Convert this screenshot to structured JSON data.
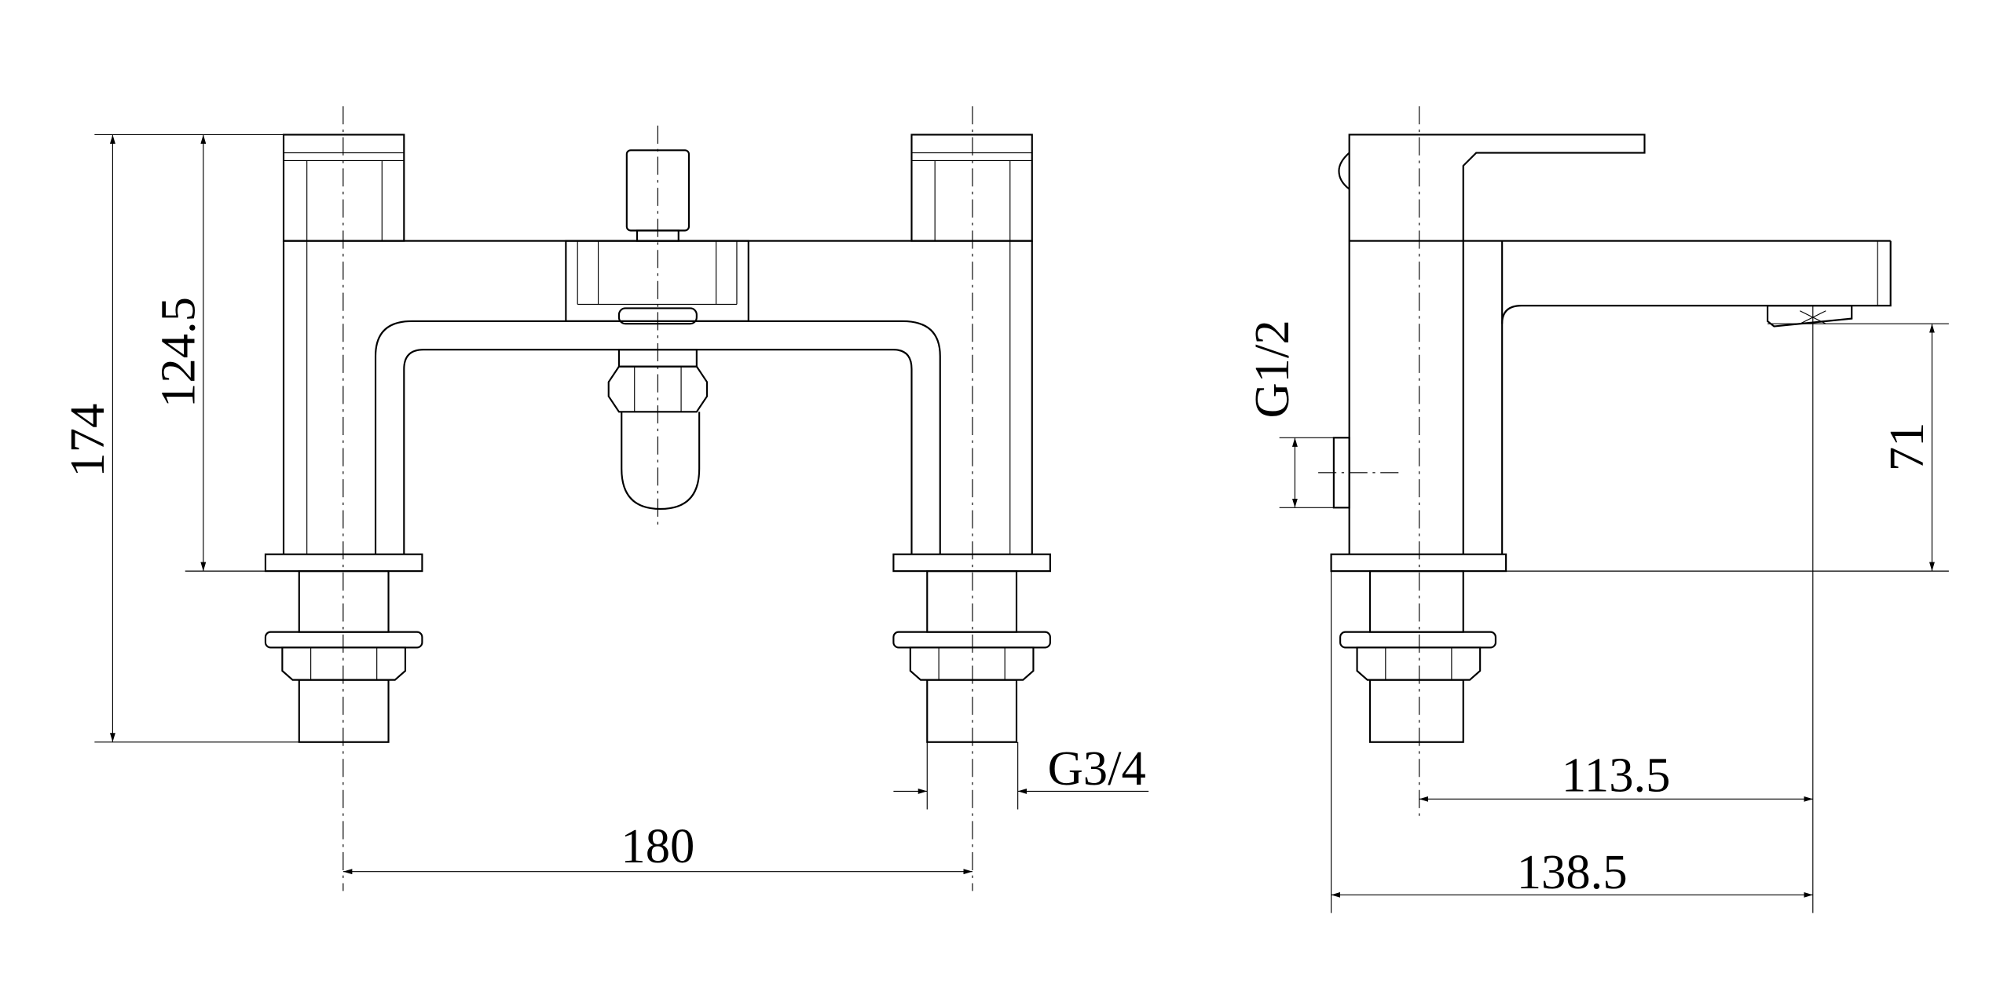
{
  "drawing": {
    "front_view": {
      "dimensions": {
        "overall_height": "174",
        "deck_to_top_height": "124.5",
        "centres": "180",
        "inlet_thread": "G3/4"
      }
    },
    "side_view": {
      "dimensions": {
        "outlet_thread": "G1/2",
        "spout_height": "71",
        "spout_reach_from_centre": "113.5",
        "overall_projection": "138.5"
      }
    },
    "colors": {
      "line": "#000000",
      "background": "#ffffff"
    }
  }
}
